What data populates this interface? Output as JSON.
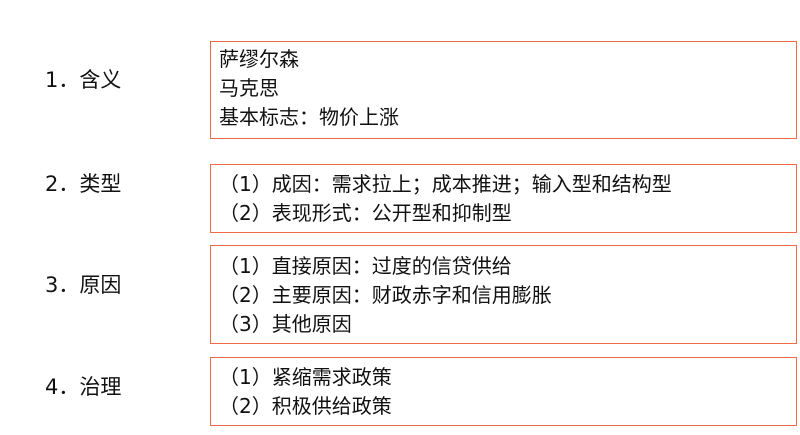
{
  "sections": [
    {
      "label": "1．含义",
      "lines": [
        "萨缪尔森",
        "马克思",
        "基本标志：物价上涨"
      ]
    },
    {
      "label": "2．类型",
      "lines": [
        "（1）成因：需求拉上；成本推进；输入型和结构型",
        "（2）表现形式：公开型和抑制型"
      ]
    },
    {
      "label": "3．原因",
      "lines": [
        "（1）直接原因：过度的信贷供给",
        "（2）主要原因：财政赤字和信用膨胀",
        "（3）其他原因"
      ]
    },
    {
      "label": "4．治理",
      "lines": [
        "（1）紧缩需求政策",
        "（2）积极供给政策"
      ]
    }
  ],
  "colors": {
    "border": "#ef6a45"
  }
}
